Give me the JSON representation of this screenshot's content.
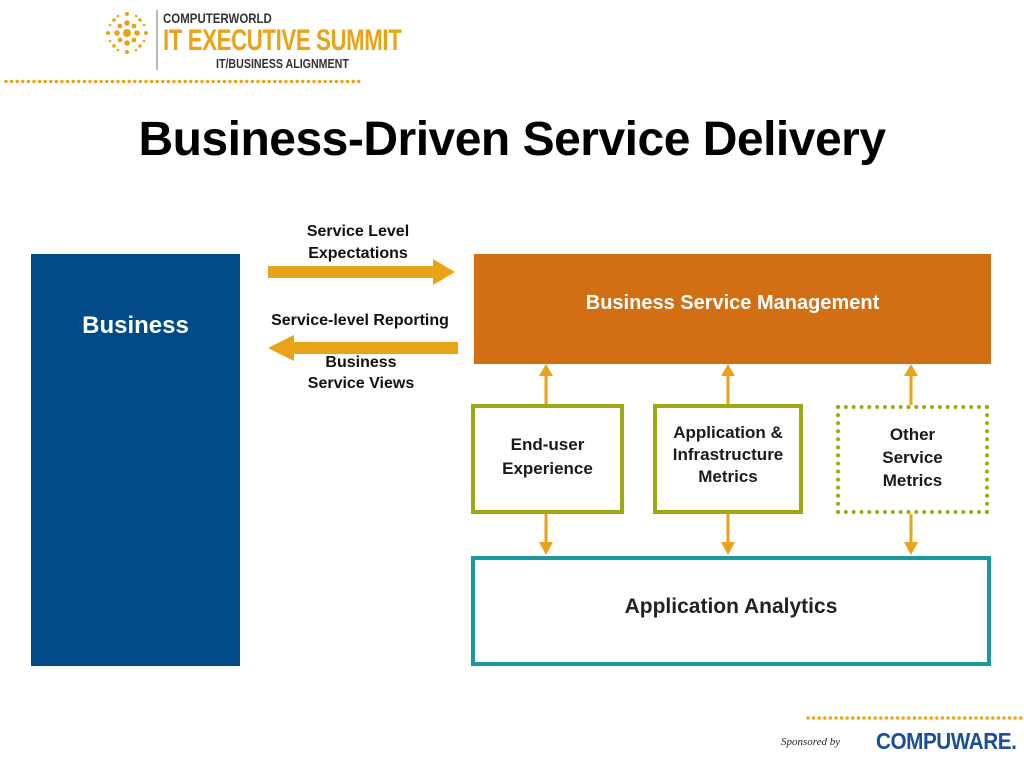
{
  "header": {
    "brand_top": "COMPUTERWORLD",
    "brand_main": "IT EXECUTIVE SUMMIT",
    "brand_sub": "IT/BUSINESS ALIGNMENT",
    "logo_icon": "sunburst-dots-icon"
  },
  "title": "Business-Driven Service Delivery",
  "diagram": {
    "business": "Business",
    "arrow_to_bsm": "Service Level\nExpectations",
    "arrow_reporting": "Service-level Reporting",
    "arrow_views": "Business\nService Views",
    "bsm": "Business Service Management",
    "end_user": "End-user\nExperience",
    "app_infra": "Application &\nInfrastructure\nMetrics",
    "other": "Other\nService\nMetrics",
    "analytics": "Application Analytics"
  },
  "footer": {
    "sponsored": "Sponsored by",
    "sponsor": "COMPUWARE."
  },
  "colors": {
    "business_blue": "#004b87",
    "bsm_orange": "#d26f14",
    "arrow_gold": "#e8a317",
    "metric_border": "#9ea814",
    "analytics_border": "#1a9aa0",
    "sponsor_blue": "#1b4f9c"
  }
}
